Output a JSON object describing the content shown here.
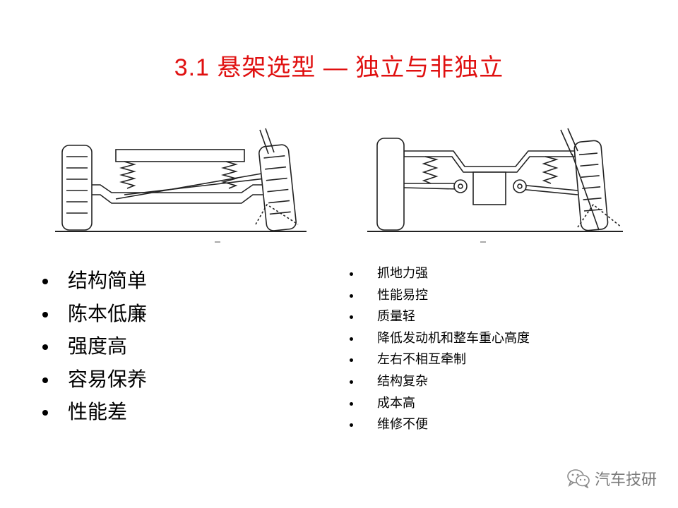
{
  "title": "3.1  悬架选型 — 独立与非独立",
  "left_bullets": [
    "结构简单",
    "陈本低廉",
    "强度高",
    "容易保养",
    "性能差"
  ],
  "right_bullets": [
    "抓地力强",
    "性能易控",
    "质量轻",
    "降低发动机和整车重心高度",
    "左右不相互牵制",
    "结构复杂",
    "成本高",
    "维修不便"
  ],
  "watermark": {
    "text": "汽车技研",
    "icon": "wechat-icon"
  }
}
